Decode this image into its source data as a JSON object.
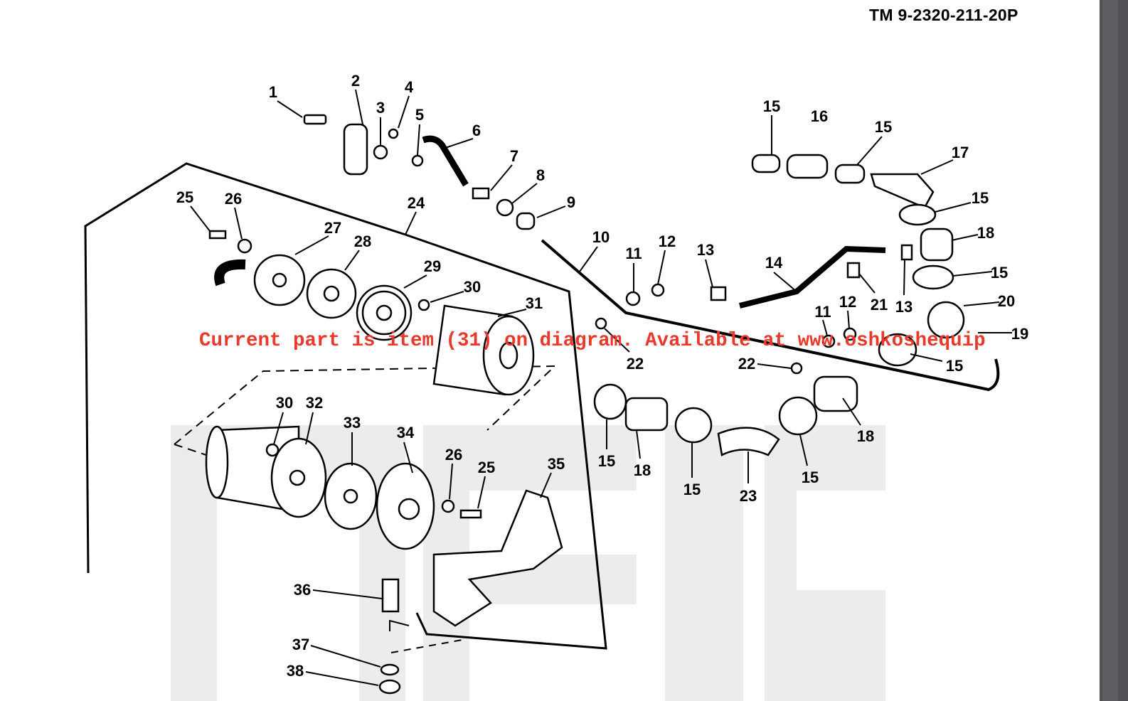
{
  "header": {
    "document_number": "TM  9-2320-211-20P"
  },
  "overlay": {
    "message": "Current part is item (31) on diagram. Available at www.oshkoshequip"
  },
  "watermark": {
    "text": "OEIS"
  },
  "callouts": [
    "1",
    "2",
    "3",
    "4",
    "5",
    "6",
    "7",
    "8",
    "9",
    "10",
    "11",
    "12",
    "13",
    "14",
    "15",
    "16",
    "15",
    "17",
    "15",
    "18",
    "15",
    "20",
    "19",
    "21",
    "13",
    "11",
    "12",
    "22",
    "22",
    "15",
    "18",
    "15",
    "23",
    "15",
    "18",
    "15",
    "25",
    "26",
    "24",
    "27",
    "28",
    "29",
    "30",
    "31",
    "30",
    "32",
    "33",
    "34",
    "26",
    "25",
    "35",
    "36",
    "37",
    "38"
  ],
  "highlighted_item": "31"
}
